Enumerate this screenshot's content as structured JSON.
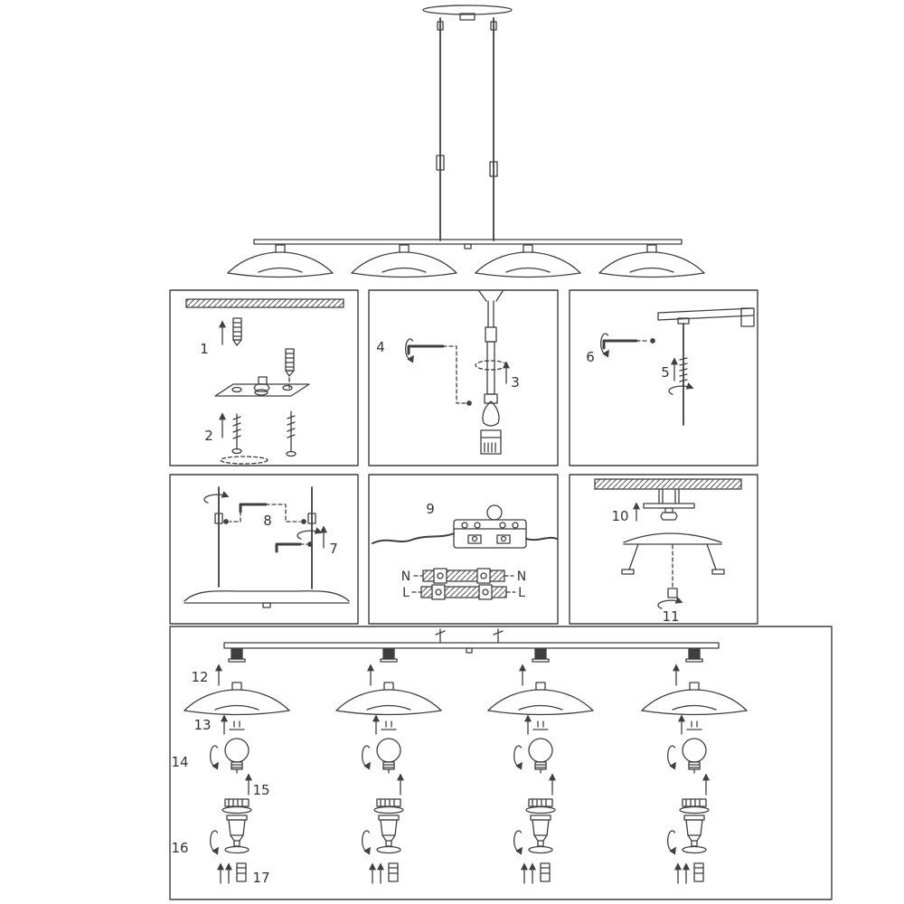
{
  "meta": {
    "background": "#ffffff",
    "ink_color": "#3f3f3f",
    "label_color": "#333333"
  },
  "labels": {
    "step1": "1",
    "step2": "2",
    "step3": "3",
    "step4": "4",
    "step5": "5",
    "step6": "6",
    "step7": "7",
    "step8": "8",
    "step9": "9",
    "step10": "10",
    "step11": "11",
    "step12": "12",
    "step13": "13",
    "step14": "14",
    "step15": "15",
    "step16": "16",
    "step17": "17",
    "neutral_left": "N",
    "neutral_right": "N",
    "live_left": "L",
    "live_right": "L"
  }
}
